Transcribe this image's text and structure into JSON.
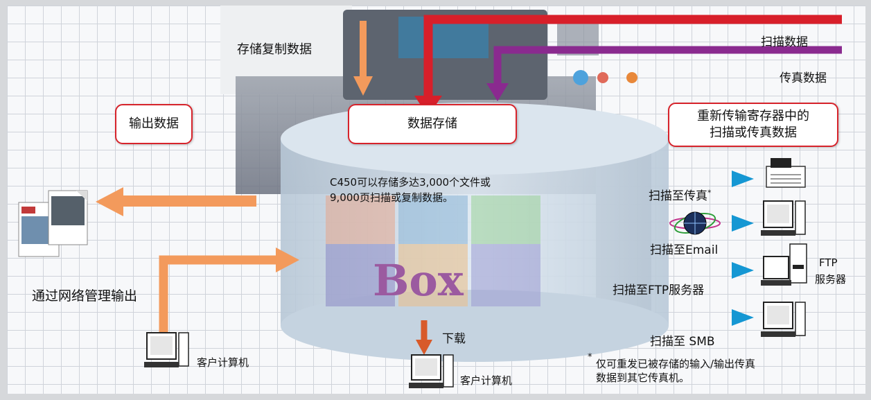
{
  "labels": {
    "store_copy": "存储复制数据",
    "scan_data": "扫描数据",
    "fax_data": "传真数据",
    "output_data": "输出数据",
    "data_storage": "数据存储",
    "resend_line1": "重新传输寄存器中的",
    "resend_line2": "扫描或传真数据",
    "capacity_line1": "C450可以存储多达3,000个文件或",
    "capacity_line2": "9,000页扫描或复制数据。",
    "box": "Box",
    "network_output": "通过网络管理输出",
    "download": "下载",
    "client_pc_left": "客户计算机",
    "client_pc_bottom": "客户计算机",
    "scan_to_fax": "扫描至传真",
    "scan_to_fax_mark": "*",
    "scan_to_email": "扫描至Email",
    "scan_to_ftp": "扫描至FTP服务器",
    "ftp_server_line1": "FTP",
    "ftp_server_line2": "服务器",
    "scan_to_smb": "扫描至 SMB",
    "footnote_mark": "*",
    "footnote_line1": "仅可重发已被存储的输入/输出传真",
    "footnote_line2": "数据到其它传真机。"
  },
  "colors": {
    "red_arrow": "#d81f2a",
    "purple_arrow": "#8a2a8f",
    "orange_arrow": "#f39a5c",
    "blue_arrow": "#1aa0d8",
    "box_border": "#d7232b",
    "box_text": "#9b5aa0"
  },
  "icons": [
    "fax-machine-icon",
    "computer-icon",
    "globe-icon",
    "server-icon",
    "document-icon"
  ]
}
